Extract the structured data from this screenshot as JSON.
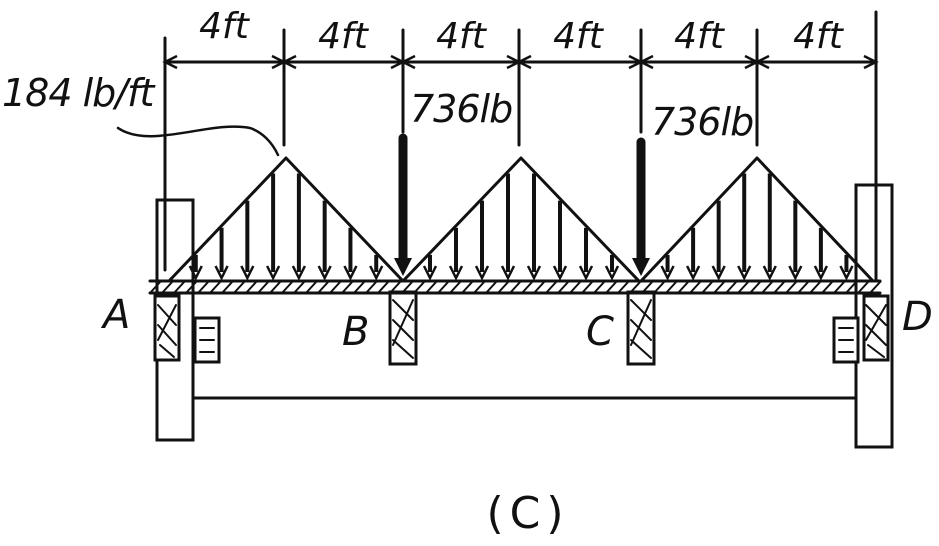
{
  "dimensions": [
    "4ft",
    "4ft",
    "4ft",
    "4ft",
    "4ft",
    "4ft"
  ],
  "distributed_load_label": "184 lb/ft",
  "point_loads": [
    {
      "support": "B",
      "label": "736lb"
    },
    {
      "support": "C",
      "label": "736lb"
    }
  ],
  "supports": [
    "A",
    "B",
    "C",
    "D"
  ],
  "caption": "(C)"
}
